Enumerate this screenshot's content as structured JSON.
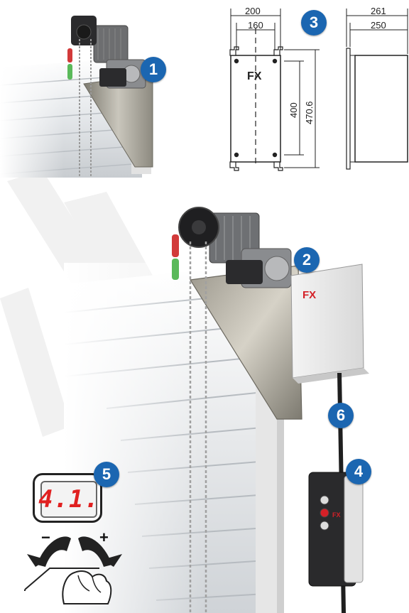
{
  "badges": {
    "b1": "1",
    "b2": "2",
    "b3": "3",
    "b4": "4",
    "b5": "5",
    "b6": "6"
  },
  "dimensions": {
    "front_width_outer": "200",
    "front_width_inner": "160",
    "front_height_inner": "400",
    "front_height_outer": "470.6",
    "side_width_outer": "261",
    "side_width_inner": "250"
  },
  "labels": {
    "box_logo": "FX",
    "control_box_logo": "FX"
  },
  "display": {
    "value": "4.1.",
    "minus": "−",
    "plus": "+"
  },
  "colors": {
    "badge_blue": "#1b66b1",
    "logo_red": "#d42027",
    "display_red": "#e02020"
  }
}
